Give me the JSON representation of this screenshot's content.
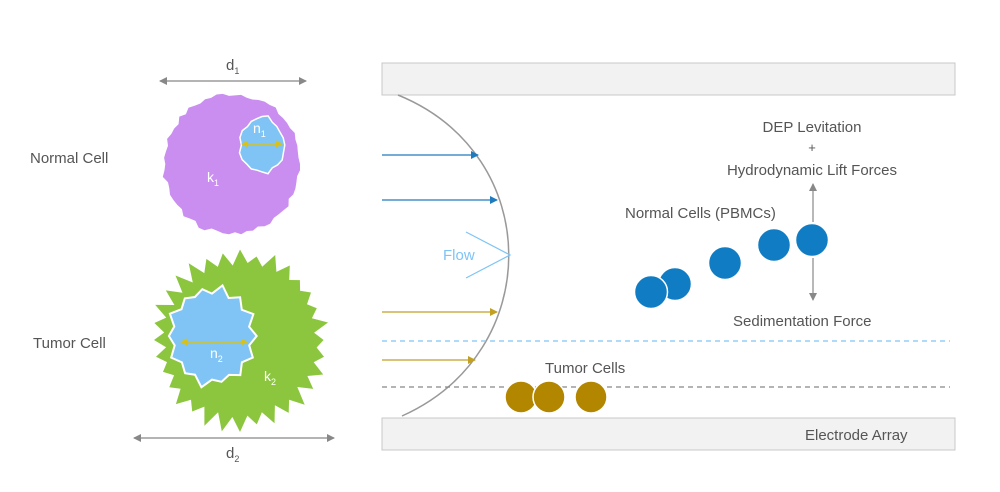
{
  "left_panel": {
    "normal_cell_label": "Normal Cell",
    "tumor_cell_label": "Tumor Cell",
    "d1": {
      "letter": "d",
      "sub": "1"
    },
    "d2": {
      "letter": "d",
      "sub": "2"
    },
    "n1": {
      "letter": "n",
      "sub": "1"
    },
    "n2": {
      "letter": "n",
      "sub": "2"
    },
    "k1": {
      "letter": "k",
      "sub": "1"
    },
    "k2": {
      "letter": "k",
      "sub": "2"
    }
  },
  "channel": {
    "flow_label": "Flow",
    "dep_levitation": "DEP Levitation",
    "plus": "+",
    "hydrodynamic_lift": "Hydrodynamic Lift Forces",
    "normal_cells_label": "Normal Cells (PBMCs)",
    "sedimentation_force": "Sedimentation Force",
    "tumor_cells_label": "Tumor Cells",
    "electrode_array": "Electrode Array"
  },
  "colors": {
    "normal_cell": "#c98ef0",
    "tumor_cell": "#8cc63f",
    "nucleus": "#7fc4f5",
    "pbmc": "#0f7cc4",
    "tumor_small": "#b38600",
    "flow_label": "#7fc4f5",
    "blue_arrow": "#1f7bbf",
    "gold_arrow": "#c2a024",
    "dashed_blue": "#7fc4f5",
    "dashed_gray": "#888888",
    "plate": "#f2f2f2"
  }
}
